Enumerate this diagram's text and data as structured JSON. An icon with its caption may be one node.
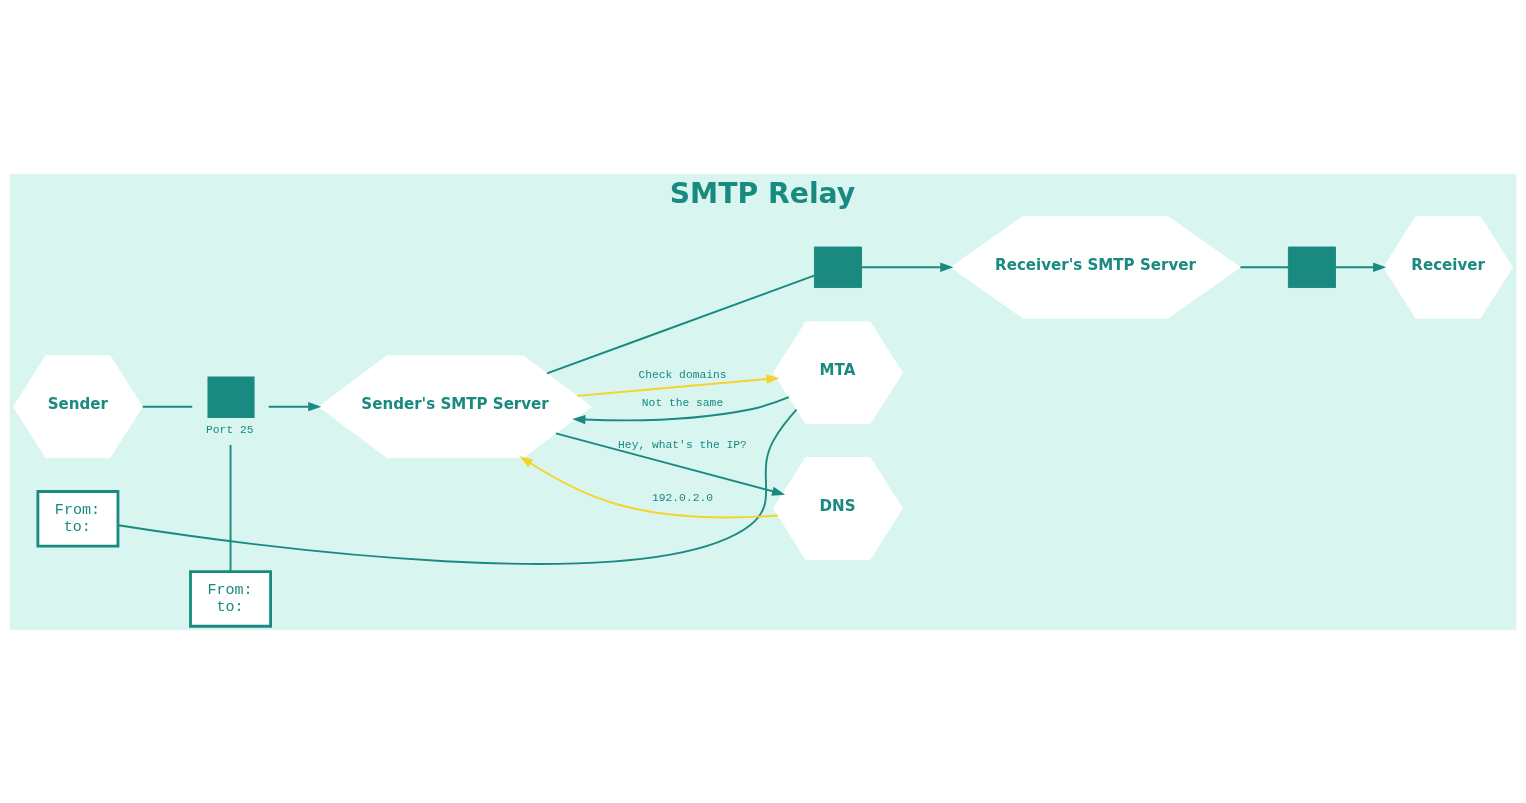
{
  "diagram": {
    "title": "SMTP Relay",
    "nodes": [
      {
        "text": [
          "Sender"
        ]
      },
      {
        "text": [
          "From:",
          "to:"
        ]
      },
      {
        "text": [],
        "shape": "box",
        "beside": [
          "Port 25"
        ]
      },
      {
        "text": [
          "Sender's SMTP Server"
        ]
      },
      {
        "text": [],
        "shape": "box"
      },
      {
        "text": [
          "Receiver's SMTP Server"
        ]
      },
      {
        "text": [],
        "shape": "box"
      },
      {
        "text": [
          "Receiver"
        ]
      },
      {
        "text": [
          "From:",
          "to:"
        ]
      },
      {
        "text": [
          "MTA"
        ]
      },
      {
        "text": [
          "DNS"
        ]
      }
    ],
    "edges": [
      {
        "from": 0,
        "to": 2,
        "arrow": "none"
      },
      {
        "from": 2,
        "to": 3,
        "arrow": "to"
      },
      {
        "from": 1,
        "to": 2,
        "arrow": "none"
      },
      {
        "from": 3,
        "to": 4,
        "arrow": "none"
      },
      {
        "from": 4,
        "to": 5,
        "arrow": "to"
      },
      {
        "from": 5,
        "to": 6,
        "arrow": "none"
      },
      {
        "from": 6,
        "to": 7,
        "arrow": "to"
      },
      {
        "from": 3,
        "to": 9,
        "arrow": "to",
        "label": "Check domains",
        "color": "#f5d328"
      },
      {
        "from": 9,
        "to": 3,
        "arrow": "to",
        "label": "Not the same"
      },
      {
        "from": 3,
        "to": 10,
        "arrow": "to",
        "label": "Hey, what's the IP?"
      },
      {
        "from": 10,
        "to": 3,
        "arrow": "to",
        "label": "192.0.2.0",
        "color": "#f5d328"
      },
      {
        "from": 8,
        "to": 9,
        "arrow": "none"
      }
    ]
  }
}
